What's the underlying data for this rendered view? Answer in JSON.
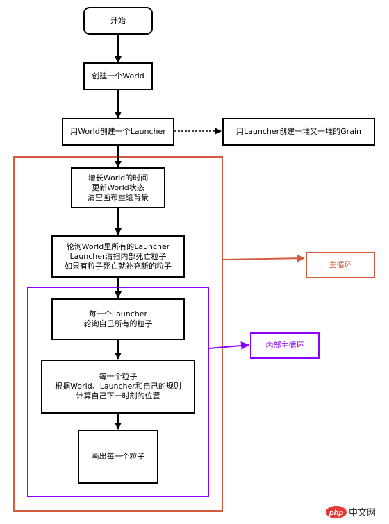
{
  "nodes": {
    "start": "开始",
    "create_world": "创建一个World",
    "create_launcher": "用World创建一个Launcher",
    "create_grains": "用Launcher创建一堆又一堆的Grain",
    "update_world": [
      "增长World的时间",
      "更新World状态",
      "清空画布重绘背景"
    ],
    "poll_launchers": [
      "轮询World里所有的Launcher",
      "Launcher清扫内部死亡粒子",
      "如果有粒子死亡就补充新的粒子"
    ],
    "each_launcher": [
      "每一个Launcher",
      "轮询自己所有的粒子"
    ],
    "each_grain": [
      "每一个粒子",
      "根据World、Launcher和自己的规则",
      "计算自己下一时刻的位置"
    ],
    "draw_grain": "画出每一个粒子"
  },
  "labels": {
    "main_loop": "主循环",
    "inner_loop": "内部主循环"
  },
  "colors": {
    "main_loop": "#d35b3f",
    "inner_loop": "#8b00ff",
    "line": "#000000"
  },
  "watermark": "php中文网"
}
